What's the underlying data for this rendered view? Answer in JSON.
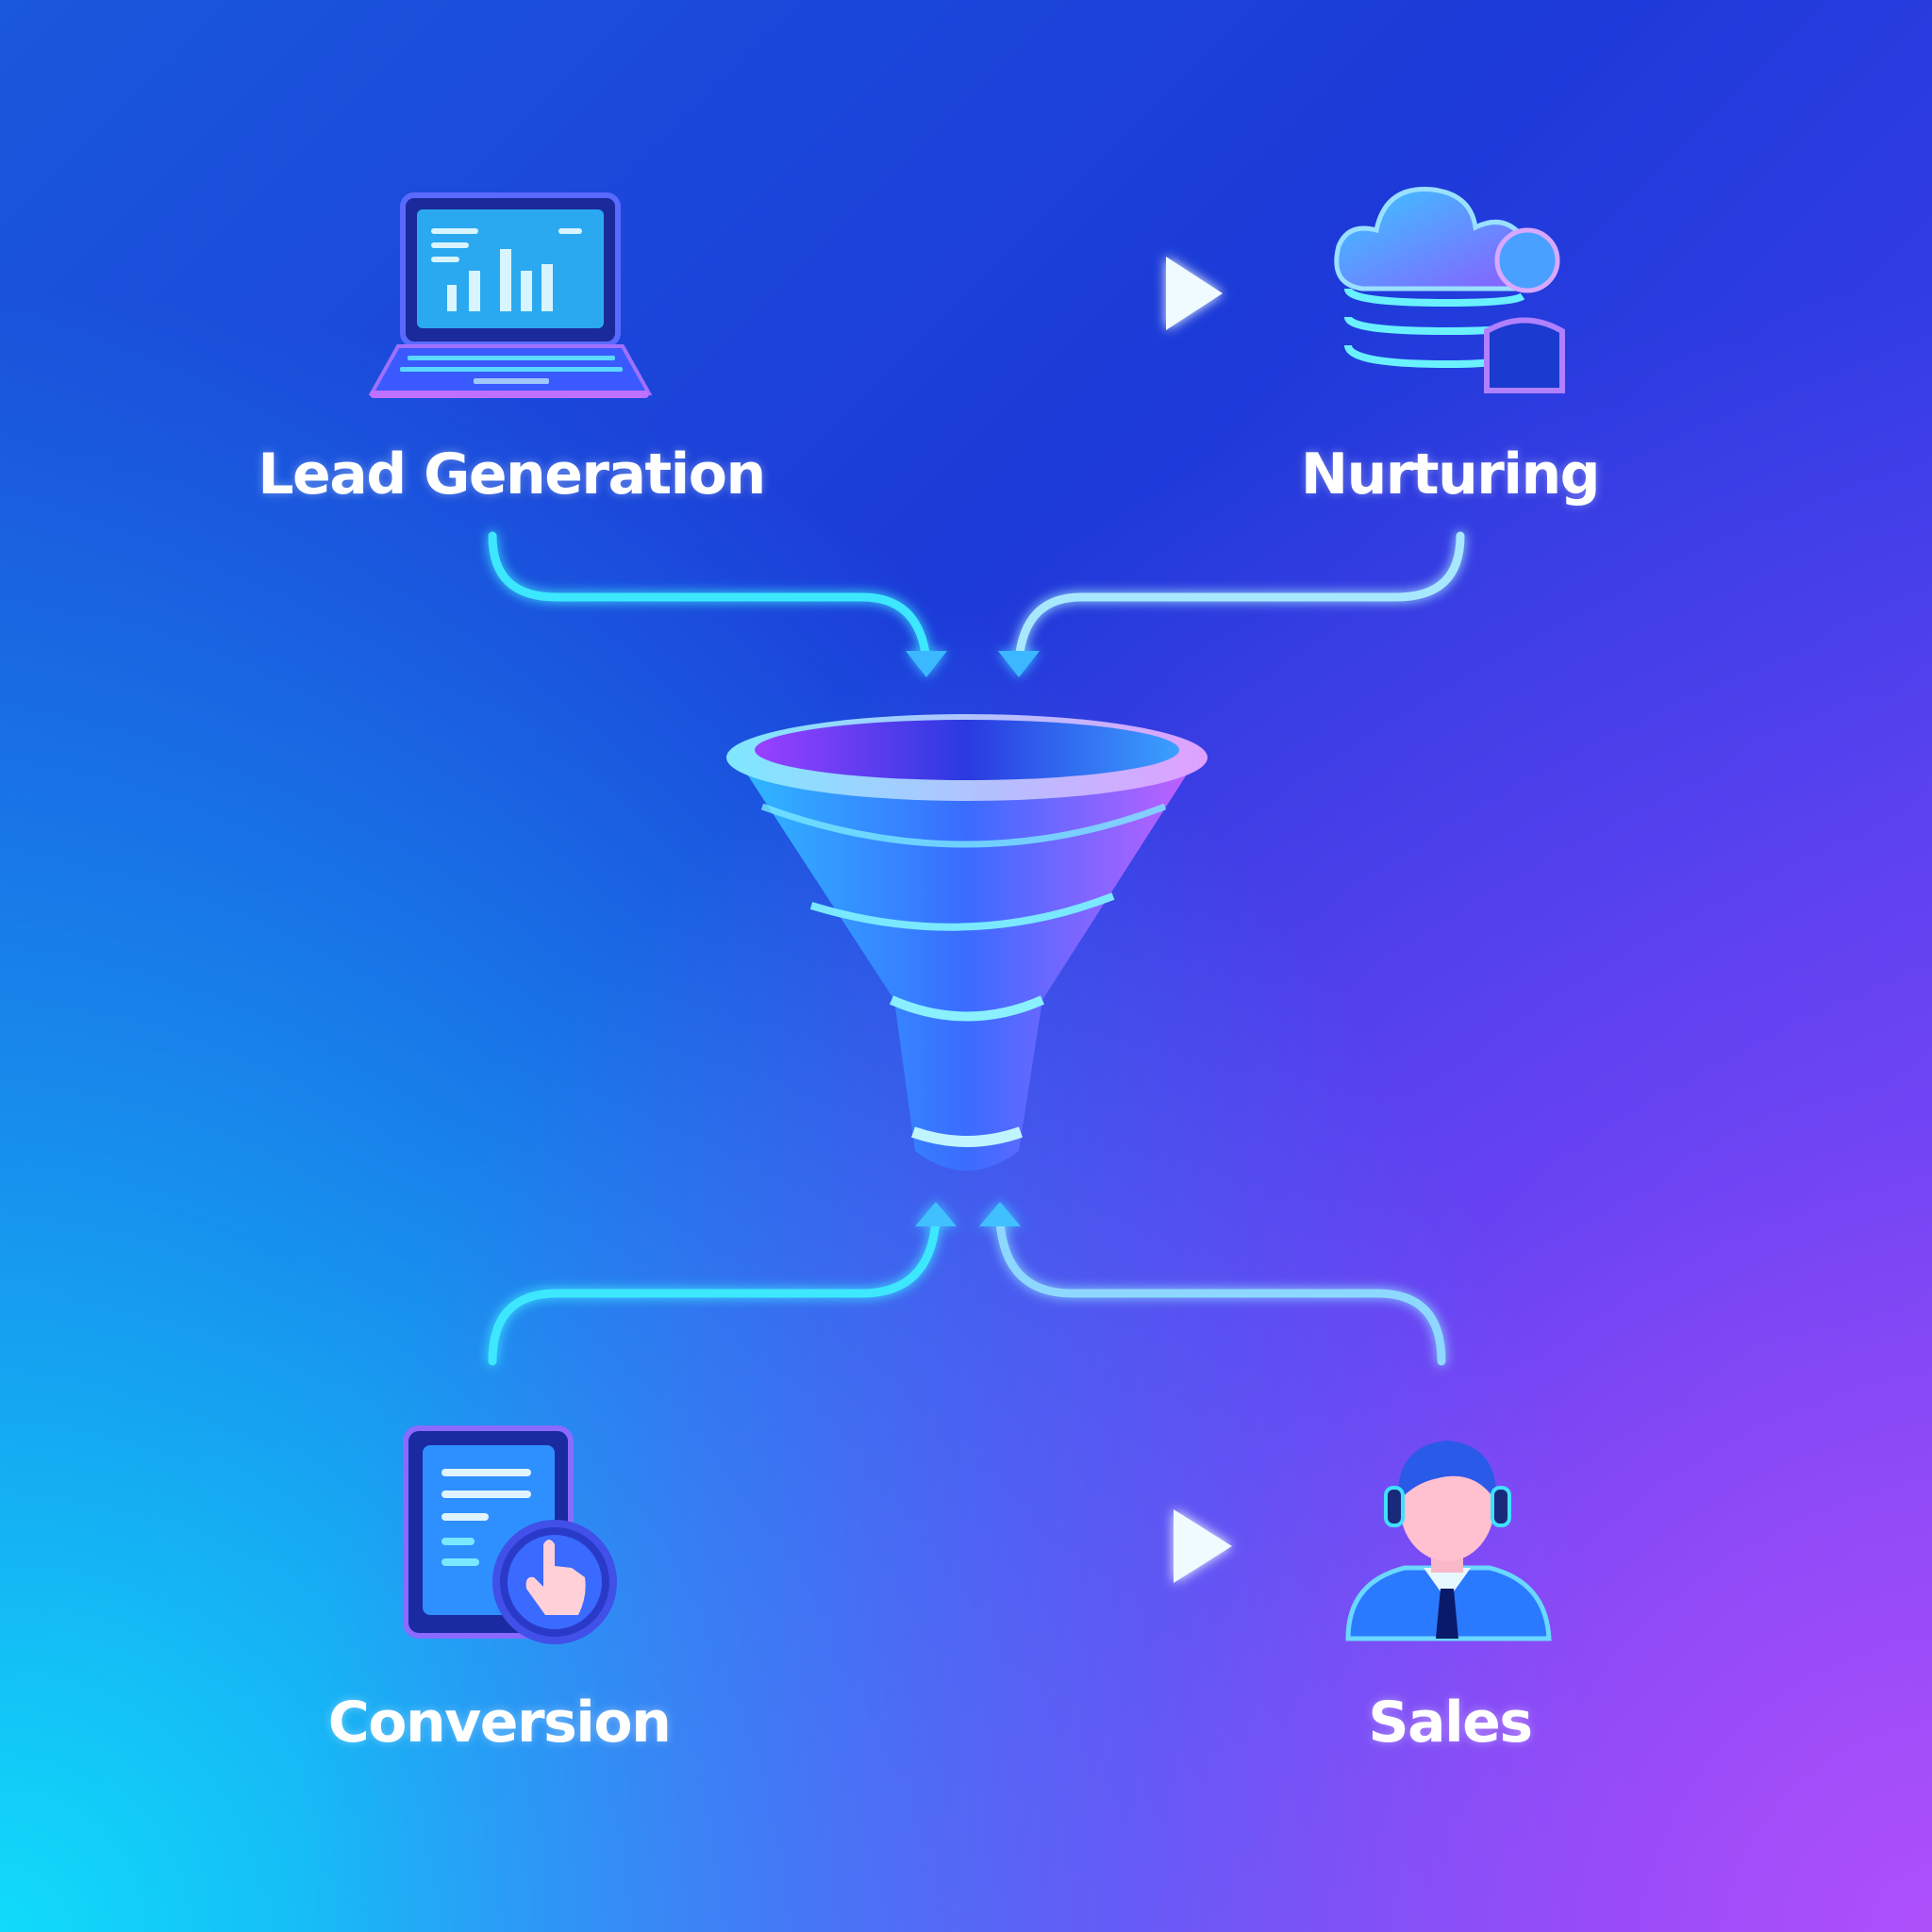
{
  "stages": {
    "lead_generation": "Lead Generation",
    "nurturing": "Nurturing",
    "conversion": "Conversion",
    "sales": "Sales"
  },
  "icons": {
    "lead_generation": "laptop-chart-icon",
    "nurturing": "cloud-database-icon",
    "conversion": "document-click-icon",
    "sales": "sales-agent-headset-icon",
    "center": "funnel-icon"
  },
  "colors": {
    "glow": "#3ef0ff",
    "accent_purple": "#b070ff"
  }
}
